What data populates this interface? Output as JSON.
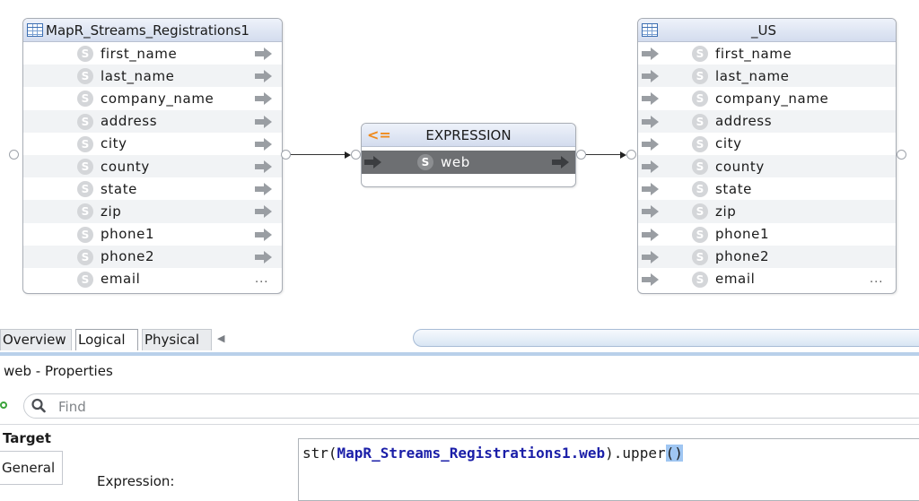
{
  "source_component": {
    "title": "MapR_Streams_Registrations1",
    "icon": "table-icon",
    "attributes": [
      "first_name",
      "last_name",
      "company_name",
      "address",
      "city",
      "county",
      "state",
      "zip",
      "phone1",
      "phone2",
      "email"
    ],
    "more_indicator": "..."
  },
  "expression_component": {
    "title": "EXPRESSION",
    "icon": "expression-icon",
    "attribute": "web"
  },
  "target_component": {
    "title": "_US",
    "icon": "table-icon",
    "attributes": [
      "first_name",
      "last_name",
      "company_name",
      "address",
      "city",
      "county",
      "state",
      "zip",
      "phone1",
      "phone2",
      "email"
    ],
    "more_indicator": "..."
  },
  "attribute_badge": "S",
  "tabs": {
    "overview": "Overview",
    "logical": "Logical",
    "physical": "Physical",
    "active": "Logical"
  },
  "properties": {
    "title": "web - Properties",
    "find_placeholder": "Find",
    "section_title": "Target",
    "side_tab": "General",
    "expression_label": "Expression:",
    "expression": {
      "prefix": "str(",
      "reference": "MapR_Streams_Registrations1.web",
      "middle": ").upper",
      "call_parens": "()"
    }
  },
  "colors": {
    "header_gradient_top": "#eef2fa",
    "header_gradient_bottom": "#d3dcee",
    "selected_row": "#6d6f72",
    "reference_text": "#1b1fa8",
    "highlight": "#9fc6f2",
    "expression_icon": "#f08a1c"
  }
}
